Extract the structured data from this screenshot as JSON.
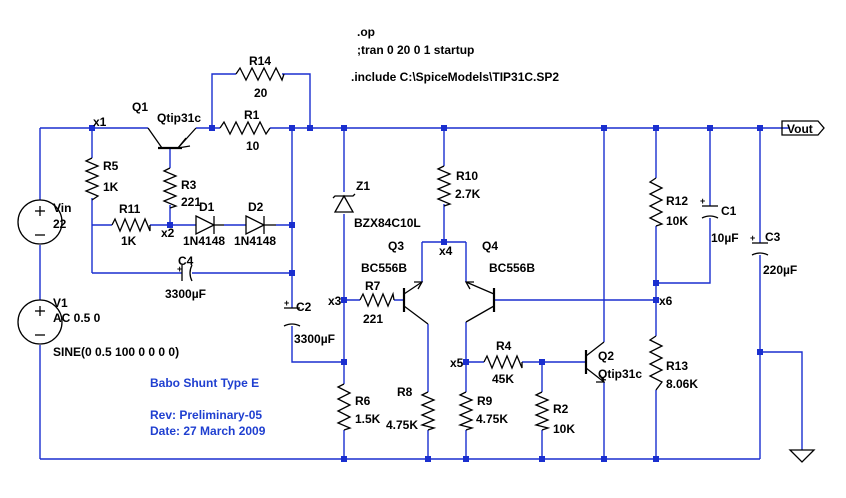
{
  "directives": [
    ".op",
    ";tran 0 20 0 1 startup",
    ".include C:\\SpiceModels\\TIP31C.SP2"
  ],
  "title": "Babo Shunt Type E",
  "revision": "Rev: Preliminary-05",
  "date": "Date: 27 March 2009",
  "output_label": "Vout",
  "nets": {
    "x1": "x1",
    "x2": "x2",
    "x3": "x3",
    "x4": "x4",
    "x5": "x5",
    "x6": "x6"
  },
  "components": {
    "Q1": {
      "ref": "Q1",
      "value": "Qtip31c"
    },
    "Q2": {
      "ref": "Q2",
      "value": "Qtip31c"
    },
    "Q3": {
      "ref": "Q3",
      "value": "BC556B"
    },
    "Q4": {
      "ref": "Q4",
      "value": "BC556B"
    },
    "R1": {
      "ref": "R1",
      "value": "10"
    },
    "R2": {
      "ref": "R2",
      "value": "10K"
    },
    "R3": {
      "ref": "R3",
      "value": "221"
    },
    "R4": {
      "ref": "R4",
      "value": "45K"
    },
    "R5": {
      "ref": "R5",
      "value": "1K"
    },
    "R6": {
      "ref": "R6",
      "value": "1.5K"
    },
    "R7": {
      "ref": "R7",
      "value": "221"
    },
    "R8": {
      "ref": "R8",
      "value": "4.75K"
    },
    "R9": {
      "ref": "R9",
      "value": "4.75K"
    },
    "R10": {
      "ref": "R10",
      "value": "2.7K"
    },
    "R11": {
      "ref": "R11",
      "value": "1K"
    },
    "R12": {
      "ref": "R12",
      "value": "10K"
    },
    "R13": {
      "ref": "R13",
      "value": "8.06K"
    },
    "R14": {
      "ref": "R14",
      "value": "20"
    },
    "C1": {
      "ref": "C1",
      "value": "10µF"
    },
    "C2": {
      "ref": "C2",
      "value": "3300µF"
    },
    "C3": {
      "ref": "C3",
      "value": "220µF"
    },
    "C4": {
      "ref": "C4",
      "value": "3300µF"
    },
    "D1": {
      "ref": "D1",
      "value": "1N4148"
    },
    "D2": {
      "ref": "D2",
      "value": "1N4148"
    },
    "Z1": {
      "ref": "Z1",
      "value": "BZX84C10L"
    },
    "Vin": {
      "ref": "Vin",
      "value": "22"
    },
    "V1": {
      "ref": "V1",
      "value": "AC 0.5 0",
      "spec": "SINE(0 0.5 100 0 0 0 0)"
    }
  }
}
